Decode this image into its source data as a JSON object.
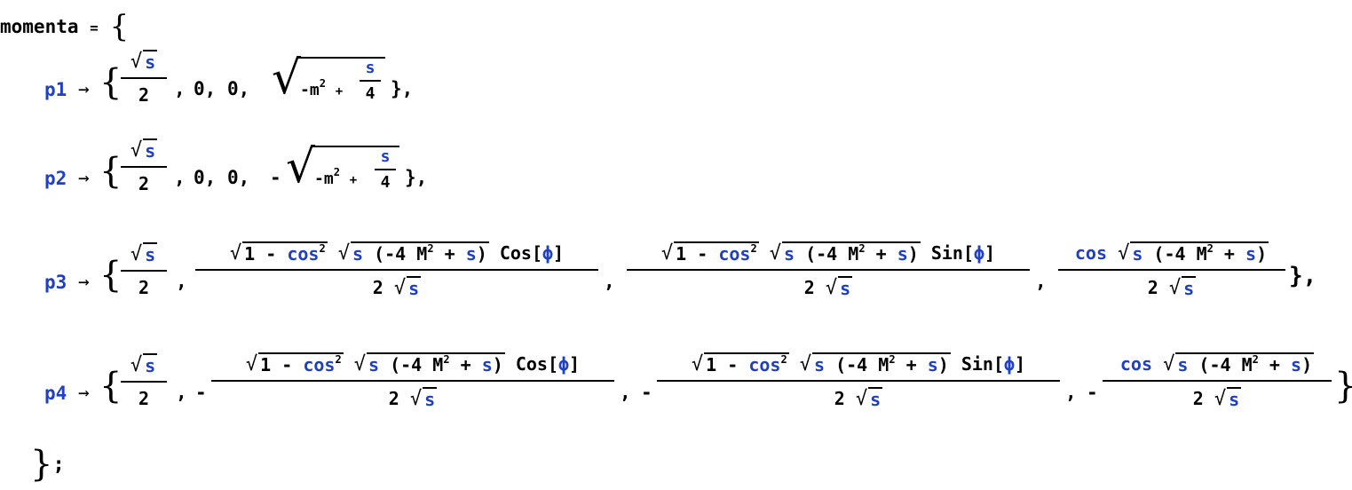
{
  "cell": {
    "assignment_name": "momenta",
    "equals": "=",
    "open_brace": "{",
    "close_brace": "};",
    "arrow": "→",
    "symbols_color": "#1f3fc4",
    "text_color": "#000000"
  },
  "rows": [
    {
      "label": "p1",
      "components": [
        "Sqrt[s]/2",
        "0",
        "0",
        "Sqrt[-m^2 + s/4]"
      ],
      "trailing": "},"
    },
    {
      "label": "p2",
      "components": [
        "Sqrt[s]/2",
        "0",
        "0",
        "-Sqrt[-m^2 + s/4]"
      ],
      "trailing": "},"
    },
    {
      "label": "p3",
      "components": [
        "Sqrt[s]/2",
        "Sqrt[1 - cos^2] Sqrt[s (-4 M^2 + s)] Cos[ϕ] / (2 Sqrt[s])",
        "Sqrt[1 - cos^2] Sqrt[s (-4 M^2 + s)] Sin[ϕ] / (2 Sqrt[s])",
        "cos Sqrt[s (-4 M^2 + s)] / (2 Sqrt[s])"
      ],
      "trailing": "},"
    },
    {
      "label": "p4",
      "components": [
        "Sqrt[s]/2",
        "-Sqrt[1 - cos^2] Sqrt[s (-4 M^2 + s)] Cos[ϕ] / (2 Sqrt[s])",
        "-Sqrt[1 - cos^2] Sqrt[s (-4 M^2 + s)] Sin[ϕ] / (2 Sqrt[s])",
        "-cos Sqrt[s (-4 M^2 + s)] / (2 Sqrt[s])"
      ],
      "trailing": "}"
    }
  ],
  "glyphs": {
    "sqrt": "√",
    "s": "s",
    "two": "2",
    "four": "4",
    "zero": "0",
    "comma": ",",
    "minus": "-",
    "plus": "+",
    "m": "m",
    "M": "M",
    "sq": "2",
    "one": "1",
    "cos": "cos",
    "Cos": "Cos",
    "Sin": "Sin",
    "phi": "ϕ",
    "lbr": "[",
    "rbr": "]",
    "lpar": "(",
    "rpar": ")",
    "neg4": "-4",
    "zero_comma": "0,",
    "lbrace": "{",
    "rbrace": "}"
  }
}
